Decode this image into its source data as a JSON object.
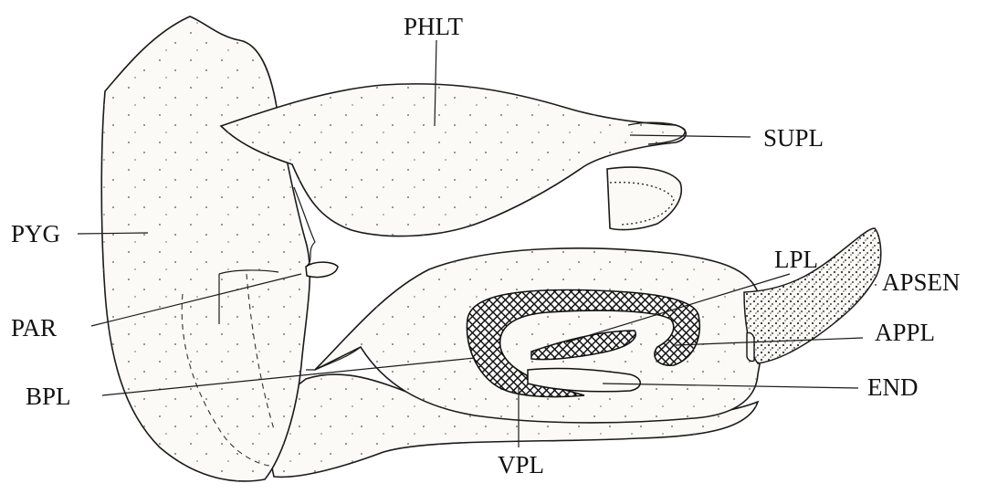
{
  "labels": {
    "phlt": "PHLT",
    "supl": "SUPL",
    "pyg": "PYG",
    "par": "PAR",
    "lpl": "LPL",
    "apsen": "APSEN",
    "appl": "APPL",
    "bpl": "BPL",
    "end": "END",
    "vpl": "VPL"
  },
  "colors": {
    "ink": "#1a1a1a",
    "paper": "#fbfaf6"
  }
}
